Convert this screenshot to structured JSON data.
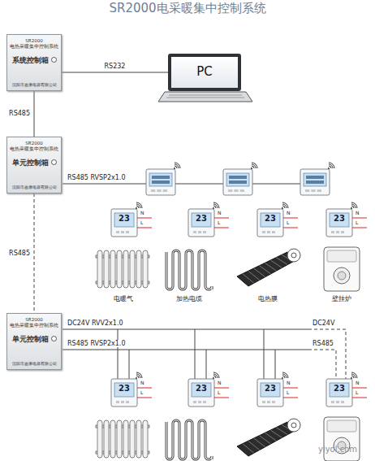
{
  "diagram": {
    "title": "SR2000电采暖集中控制系统",
    "nodes": [
      {
        "text": [
          "SR2000",
          "电热采暖集中控制系统",
          "系统控制箱",
          "沈阳市鑫康电器有限公司"
        ]
      },
      {
        "text": [
          "PC"
        ]
      },
      {
        "text": [
          "SR2000",
          "电热采暖集中控制系统",
          "单元控制箱",
          "沈阳市鑫康电器有限公司"
        ]
      },
      {
        "text": [
          "SR2000",
          "电热采暖集中控制系统",
          "单元控制箱",
          "沈阳市鑫康电器有限公司"
        ]
      }
    ],
    "edges": [
      {
        "from": 0,
        "to": 1,
        "arrow": "none",
        "label": "RS232"
      },
      {
        "from": 0,
        "to": 2,
        "arrow": "none",
        "label": "RS485"
      },
      {
        "from": 2,
        "to": 3,
        "arrow": "none",
        "label": "RS485"
      }
    ],
    "labels": [
      "RS485 RVSP2x1.0",
      "23",
      "N",
      "L",
      "23",
      "N",
      "L",
      "23",
      "N",
      "L",
      "23",
      "N",
      "L",
      "电暖气",
      "加热电缆",
      "电热膜",
      "壁挂炉",
      "DC24V RVV2x1.0",
      "DC24V",
      "RS485 RVSP2x1.0",
      "RS485",
      "23",
      "N",
      "L",
      "23",
      "N",
      "L",
      "23",
      "N",
      "L",
      "23",
      "N",
      "L",
      "yiyol.com"
    ]
  }
}
